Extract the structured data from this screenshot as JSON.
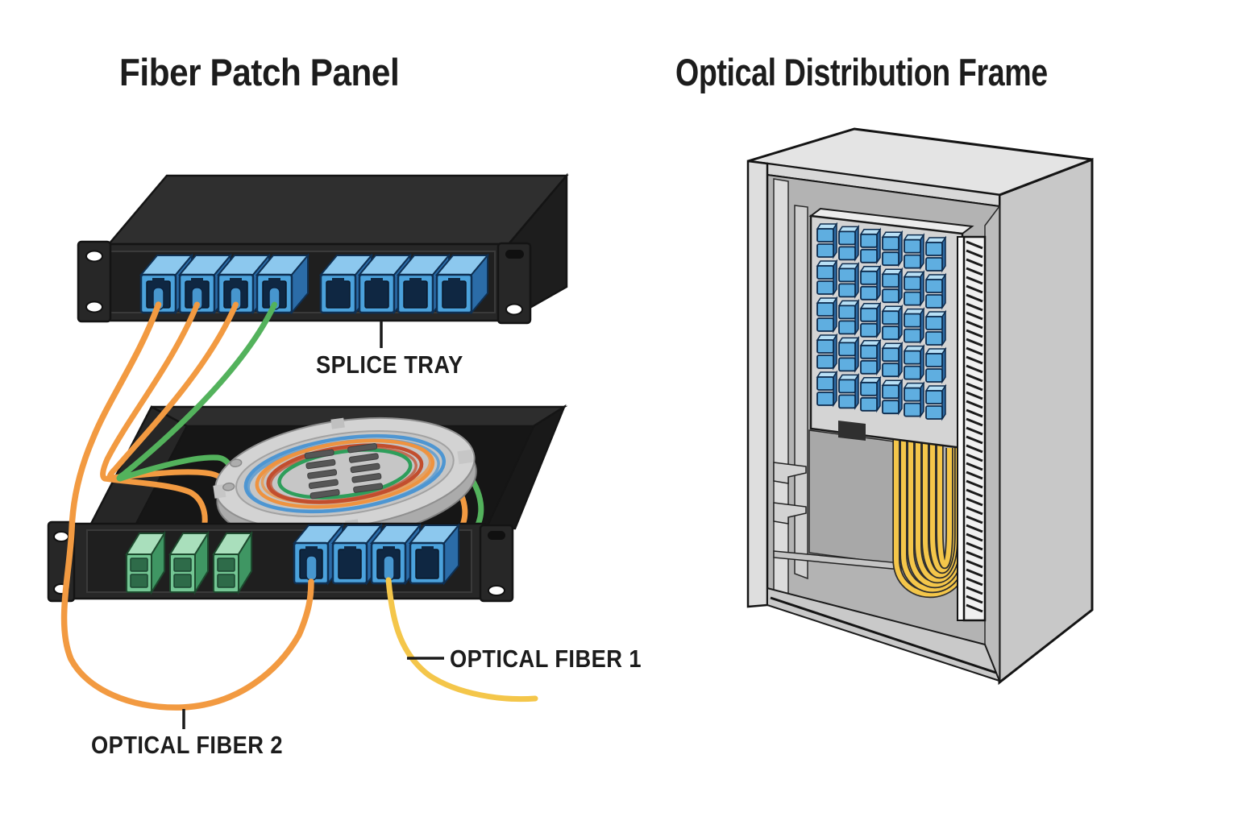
{
  "titles": {
    "left": "Fiber Patch Panel",
    "right": "Optical Distribution Frame"
  },
  "labels": {
    "splice_tray": "SPLICE TRAY",
    "optical_fiber_1": "OPTICAL FIBER 1",
    "optical_fiber_2": "OPTICAL FIBER 2"
  },
  "colors": {
    "background": "#FFFFFF",
    "text": "#1C1C1C",
    "panel_black": "#272727",
    "adapter_blue_face": "#4BA2DC",
    "adapter_blue_top": "#8CC8EE",
    "adapter_blue_side": "#2B6CA8",
    "adapter_blue_inner": "#0F2742",
    "adapter_blue_stroke": "#0E2F52",
    "adapter_green_face": "#74C694",
    "adapter_green_top": "#A9DFBC",
    "adapter_green_side": "#3F9663",
    "adapter_green_inner": "#2E6B49",
    "adapter_green_stroke": "#1D4A2E",
    "odf_blue_face": "#5FAEE0",
    "odf_blue_top": "#B8E0F6",
    "odf_blue_side": "#2E6BA4",
    "odf_blue_stroke": "#0D2B4D",
    "fiber_orange": "#F29A41",
    "fiber_green": "#53B25C",
    "fiber_yellow": "#F4C64A",
    "coil_blue": "#4E96D2",
    "coil_orange": "#EE9340",
    "coil_red": "#C24E2E",
    "coil_green": "#2E9E5B",
    "cabinet_light": "#E4E4E4",
    "cabinet_mid": "#C8C8C8",
    "splice_oval_gray": "#D3D3D3"
  },
  "patch_panel": {
    "top_unit": {
      "adapter_count": 8,
      "adapter_groups": 2,
      "adapters_per_group": 4,
      "adapter_type": "SC simplex, blue",
      "patched_fiber_colors": [
        "orange",
        "orange",
        "orange",
        "green"
      ]
    },
    "splice_unit": {
      "green_adapter_count": 3,
      "green_adapter_type": "SC duplex, green",
      "blue_adapter_count": 4,
      "coil_colors": [
        "blue",
        "orange",
        "red",
        "green"
      ],
      "splice_holder_slots": 10
    }
  },
  "distribution_frame": {
    "adapter_grid": {
      "columns": 6,
      "rows": 5,
      "total": 30,
      "adapter_type": "duplex, blue"
    },
    "fiber_bundle": {
      "strand_count": 7,
      "color": "yellow"
    }
  }
}
